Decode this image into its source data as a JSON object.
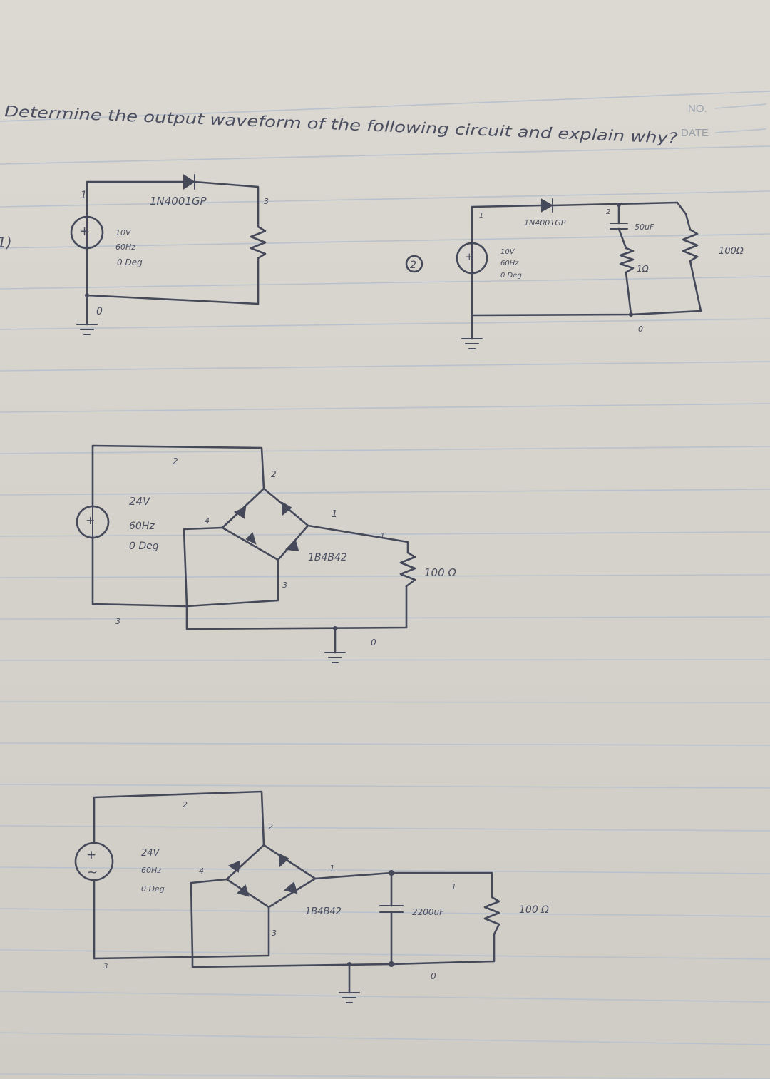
{
  "header": {
    "no_label": "NO.",
    "date_label": "DATE"
  },
  "question": {
    "text": "Determine the output waveform of the following circuit and explain why?"
  },
  "margin_marks": [
    "1)",
    "(2)"
  ],
  "circuits": [
    {
      "number": "",
      "source": {
        "voltage": "10V",
        "frequency": "60Hz",
        "phase": "0 Deg"
      },
      "diode": "1N4001GP",
      "nodes": [
        "1",
        "3",
        "0"
      ]
    },
    {
      "number": "2",
      "source": {
        "voltage": "10V",
        "frequency": "60Hz",
        "phase": "0 Deg"
      },
      "diode": "1N4001GP",
      "capacitor": "50uF",
      "esr": "1Ω",
      "resistor": "100Ω",
      "nodes": [
        "1",
        "2",
        "0"
      ]
    },
    {
      "number": "",
      "source": {
        "voltage": "24V",
        "frequency": "60Hz",
        "phase": "0 Deg"
      },
      "diode": "1B4B42",
      "resistor": "100 Ω",
      "nodes": [
        "2",
        "2",
        "4",
        "1",
        "1",
        "3",
        "3",
        "0"
      ]
    },
    {
      "number": "",
      "source": {
        "voltage": "24V",
        "frequency": "60Hz",
        "phase": "0 Deg"
      },
      "diode": "1B4B42",
      "capacitor": "2200uF",
      "resistor": "100 Ω",
      "nodes": [
        "2",
        "2",
        "4",
        "1",
        "1",
        "3",
        "3",
        "0"
      ]
    }
  ]
}
